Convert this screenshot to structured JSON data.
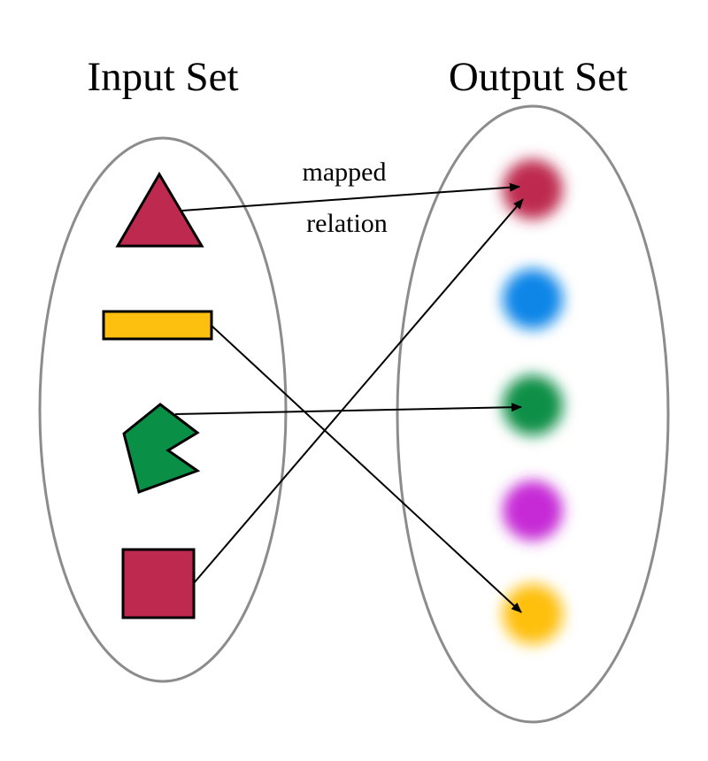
{
  "sets": {
    "input": {
      "title": "Input Set",
      "items": [
        {
          "id": "triangle",
          "shape": "triangle-icon",
          "color": "#BE2A4F"
        },
        {
          "id": "bar",
          "shape": "bar-icon",
          "color": "#FEC00F"
        },
        {
          "id": "pacman",
          "shape": "pacman-icon",
          "color": "#0A8F47"
        },
        {
          "id": "square",
          "shape": "square-icon",
          "color": "#BE2A4F"
        }
      ]
    },
    "output": {
      "title": "Output Set",
      "items": [
        {
          "id": "crimson",
          "shape": "blurred-dot-icon",
          "color": "#BE2A4F"
        },
        {
          "id": "blue",
          "shape": "blurred-dot-icon",
          "color": "#0A86E8"
        },
        {
          "id": "green",
          "shape": "blurred-dot-icon",
          "color": "#0A8F47"
        },
        {
          "id": "purple",
          "shape": "blurred-dot-icon",
          "color": "#C62AD6"
        },
        {
          "id": "gold",
          "shape": "blurred-dot-icon",
          "color": "#FEC00F"
        }
      ]
    }
  },
  "label": {
    "line1": "mapped",
    "line2": "relation"
  },
  "mappings": [
    {
      "from": "triangle",
      "to": "crimson"
    },
    {
      "from": "bar",
      "to": "gold"
    },
    {
      "from": "pacman",
      "to": "green"
    },
    {
      "from": "square",
      "to": "crimson"
    }
  ],
  "colors": {
    "ellipse_stroke": "#8C8C8C",
    "outline": "#000000"
  }
}
